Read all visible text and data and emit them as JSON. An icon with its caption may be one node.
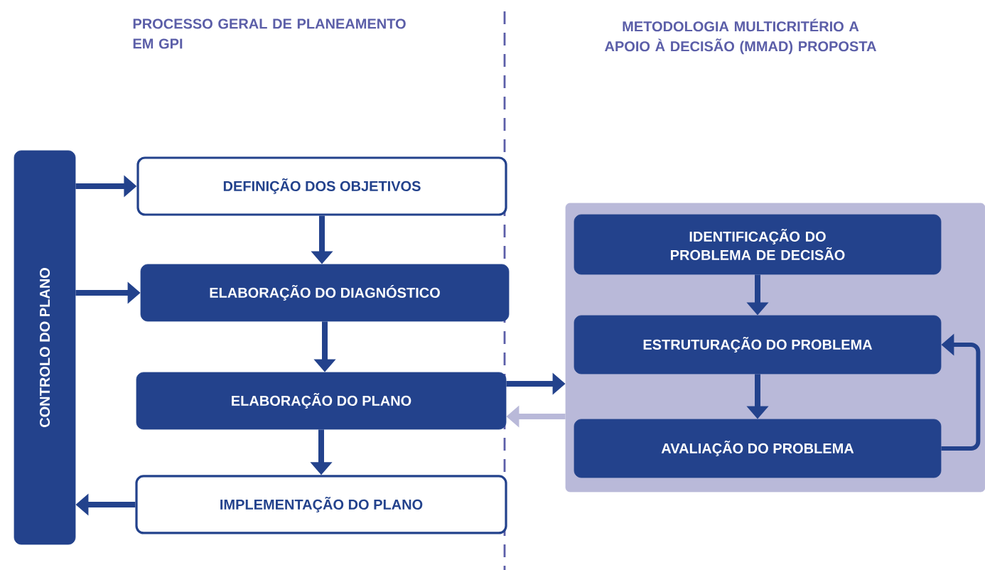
{
  "diagram": {
    "nodes": [
      {
        "text": [
          "CONTROLO DO PLANO"
        ]
      },
      {
        "text": [
          "DEFINIÇÃO DOS OBJETIVOS"
        ]
      },
      {
        "text": [
          "ELABORAÇÃO DO DIAGNÓSTICO"
        ]
      },
      {
        "text": [
          "ELABORAÇÃO DO PLANO"
        ]
      },
      {
        "text": [
          "IMPLEMENTAÇÃO DO PLANO"
        ]
      },
      {
        "text": [],
        "shape": "box"
      },
      {
        "text": [
          "IDENTIFICAÇÃO DO PROBLEMA DE DECISÃO"
        ],
        "in": 5
      },
      {
        "text": [
          "ESTRUTURAÇÃO DO PROBLEMA"
        ],
        "in": 5
      },
      {
        "text": [
          "AVALIAÇÃO DO PROBLEMA"
        ],
        "in": 5
      }
    ],
    "edges": [
      {
        "from": 0,
        "to": 1,
        "arrow": "to"
      },
      {
        "from": 0,
        "to": 2,
        "arrow": "to"
      },
      {
        "from": 4,
        "to": 0,
        "arrow": "to"
      },
      {
        "from": 1,
        "to": 2,
        "arrow": "to"
      },
      {
        "from": 2,
        "to": 3,
        "arrow": "to"
      },
      {
        "from": 3,
        "to": 4,
        "arrow": "to"
      },
      {
        "from": 3,
        "to": 5,
        "arrow": "to"
      },
      {
        "from": 5,
        "to": 3,
        "arrow": "to",
        "color": "#b9b9d9"
      },
      {
        "from": 6,
        "to": 7,
        "arrow": "to"
      },
      {
        "from": 7,
        "to": 8,
        "arrow": "to"
      },
      {
        "from": 8,
        "to": 7,
        "arrow": "to"
      }
    ],
    "labels": [
      "PROCESSO GERAL DE PLANEAMENTO EM GPI",
      "METODOLOGIA MULTICRITÉRIO A APOIO À DECISÃO (MMAD) PROPOSTA"
    ]
  }
}
